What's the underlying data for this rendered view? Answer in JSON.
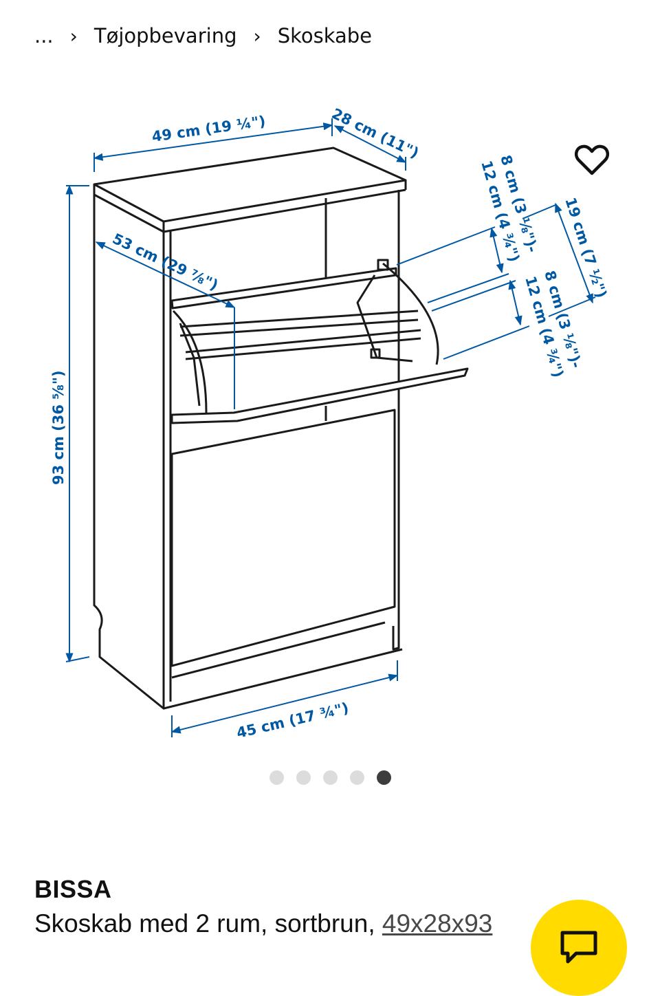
{
  "breadcrumb": {
    "ellipsis": "...",
    "items": [
      "Tøjopbevaring",
      "Skoskabe"
    ]
  },
  "gallery": {
    "dimensions": {
      "width": "49 cm (19 ¼\")",
      "depth": "28 cm (11\")",
      "height": "93 cm (36 ⅝\")",
      "open_depth": "53 cm (29 ⅞\")",
      "base_width": "45 cm (17 ¾\")",
      "compartment_height": "19 cm (7 ½\")",
      "shoe_range_top_a": "8 cm (3 ⅛\")-",
      "shoe_range_top_b": "12 cm (4 ¾\")",
      "shoe_range_bottom_a": "8 cm (3 ⅛\")-",
      "shoe_range_bottom_b": "12 cm (4 ¾\")"
    },
    "dim_color": "#0058a3",
    "page_count": 5,
    "active_index": 4
  },
  "favorite": {
    "icon": "heart-outline-icon"
  },
  "product": {
    "name": "BISSA",
    "description": "Skoskab med 2 rum, sortbrun, ",
    "size": "49x28x93"
  },
  "chat": {
    "icon": "chat-bubble-icon",
    "color": "#FFDB00"
  }
}
